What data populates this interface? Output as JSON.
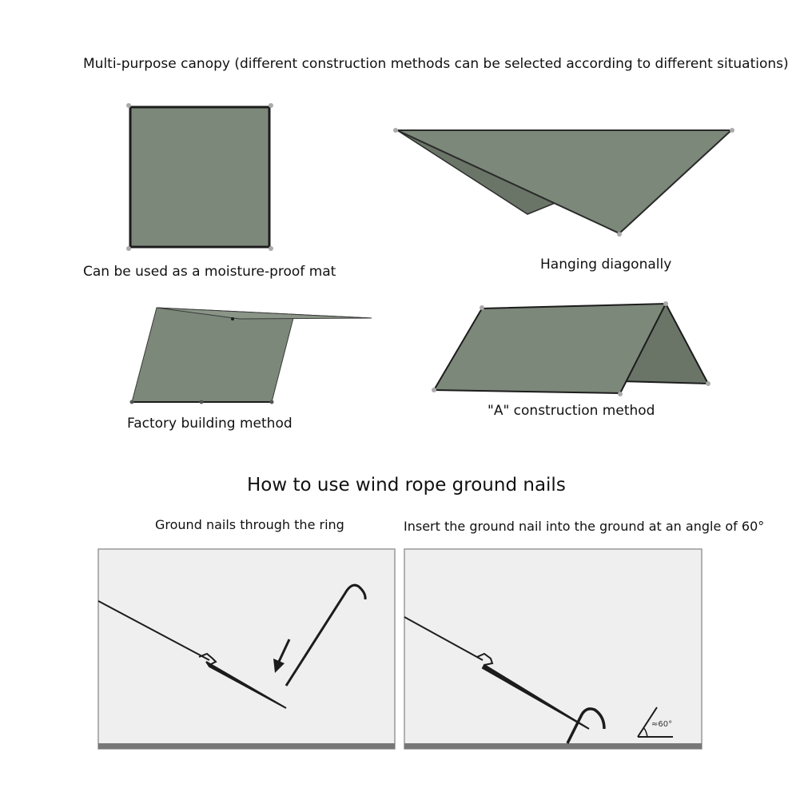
{
  "title": "Multi-purpose canopy (different construction methods can be selected according to different situations)",
  "methods": {
    "mat": "Can be used as a moisture-proof mat",
    "diagonal": "Hanging diagonally",
    "factory": "Factory building method",
    "a_frame": "\"A\" construction method"
  },
  "nails_heading": "How to use wind rope ground nails",
  "steps": {
    "left": "Ground nails through the ring",
    "right": "Insert the ground nail into the ground at an angle of 60°"
  },
  "angle_label": "≈60°",
  "colors": {
    "canopy": "#7c8879",
    "canopy_dark": "#6a7568",
    "outline": "#1c1c1c",
    "panel_bg": "#efefef"
  }
}
